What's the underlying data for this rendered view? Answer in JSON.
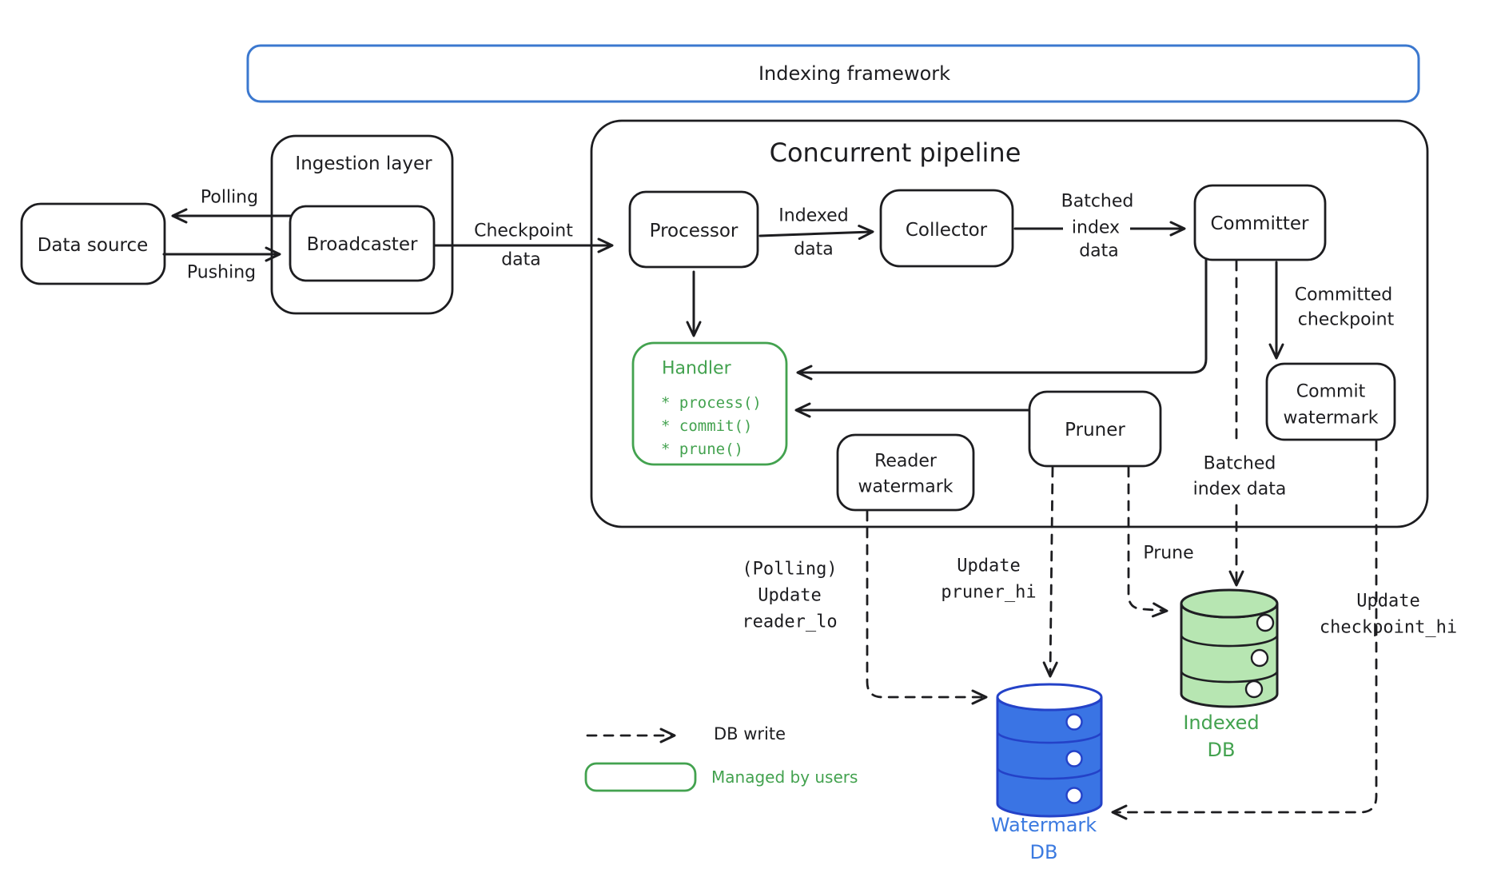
{
  "banner": {
    "title": "Indexing framework"
  },
  "nodes": {
    "data_source": "Data source",
    "ingestion_layer": "Ingestion layer",
    "broadcaster": "Broadcaster",
    "pipeline_title": "Concurrent pipeline",
    "processor": "Processor",
    "collector": "Collector",
    "committer": "Committer",
    "handler": {
      "title": "Handler",
      "methods": [
        "* process()",
        "* commit()",
        "* prune()"
      ]
    },
    "reader_watermark": {
      "line1": "Reader",
      "line2": "watermark"
    },
    "pruner": "Pruner",
    "commit_watermark": {
      "line1": "Commit",
      "line2": "watermark"
    },
    "watermark_db": {
      "line1": "Watermark",
      "line2": "DB"
    },
    "indexed_db": {
      "line1": "Indexed",
      "line2": "DB"
    }
  },
  "edges": {
    "polling": "Polling",
    "pushing": "Pushing",
    "checkpoint_data": {
      "line1": "Checkpoint",
      "line2": "data"
    },
    "indexed_data": {
      "line1": "Indexed",
      "line2": "data"
    },
    "batched_index_data": {
      "line1": "Batched",
      "line2": "index",
      "line3": "data"
    },
    "committed_checkpoint": {
      "line1": "Committed",
      "line2": "checkpoint"
    },
    "update_reader_lo": {
      "line1": "(Polling)",
      "line2": "Update",
      "line3": "reader_lo"
    },
    "update_pruner_hi": {
      "line1": "Update",
      "line2": "pruner_hi"
    },
    "prune": "Prune",
    "batched_index_data_db": {
      "line1": "Batched",
      "line2": "index data"
    },
    "update_checkpoint_hi": {
      "line1": "Update",
      "line2": "checkpoint_hi"
    }
  },
  "legend": {
    "db_write": "DB write",
    "managed_by_users": "Managed by users"
  },
  "colors": {
    "ink": "#1d1d20",
    "banner_blue": "#3b78cf",
    "blue_text": "#3b7ae0",
    "handler_green": "#43a24f",
    "green_text": "#3f9e4a",
    "watermark_db_fill": "#3a74e4",
    "watermark_db_stroke": "#2442c8",
    "indexed_db_fill": "#b7e6b2",
    "indexed_db_stroke": "#1f1f23"
  }
}
